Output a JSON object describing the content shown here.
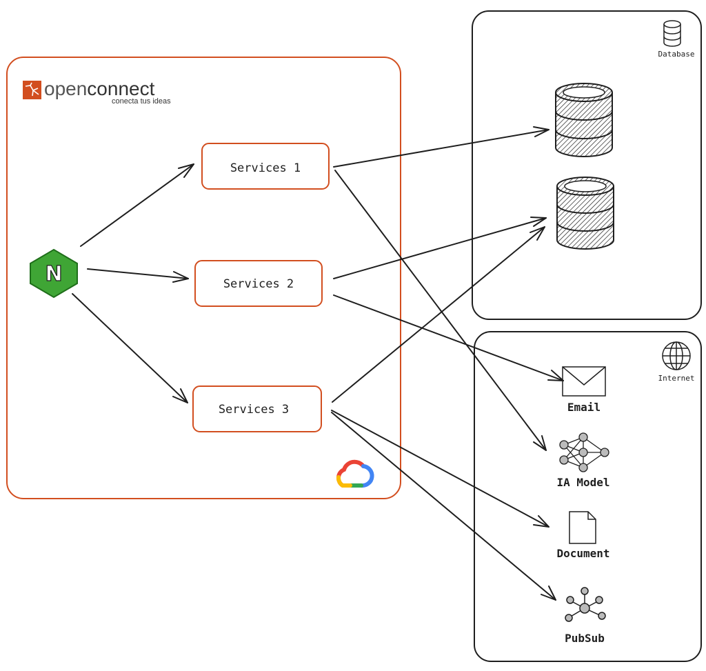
{
  "brand": {
    "name_part1": "open",
    "name_part2": "connect",
    "tagline": "conecta tus ideas",
    "color": "#d24e1f"
  },
  "gateway": {
    "icon": "nginx-icon",
    "letter": "N",
    "color": "#3fa535"
  },
  "cloud_icon": "google-cloud-icon",
  "services": [
    {
      "label": "Services 1"
    },
    {
      "label": "Services 2"
    },
    {
      "label": "Services 3"
    }
  ],
  "database_group": {
    "label": "Database",
    "icon": "database-icon",
    "items": [
      {
        "icon": "database-icon"
      },
      {
        "icon": "database-icon"
      }
    ]
  },
  "internet_group": {
    "label": "Internet",
    "icon": "globe-icon",
    "items": [
      {
        "label": "Email",
        "icon": "envelope-icon"
      },
      {
        "label": "IA Model",
        "icon": "neural-network-icon"
      },
      {
        "label": "Document",
        "icon": "document-icon"
      },
      {
        "label": "PubSub",
        "icon": "pubsub-icon"
      }
    ]
  },
  "colors": {
    "container_border": "#d24e1f",
    "service_border": "#d24e1f",
    "stroke": "#1e1e1e"
  }
}
